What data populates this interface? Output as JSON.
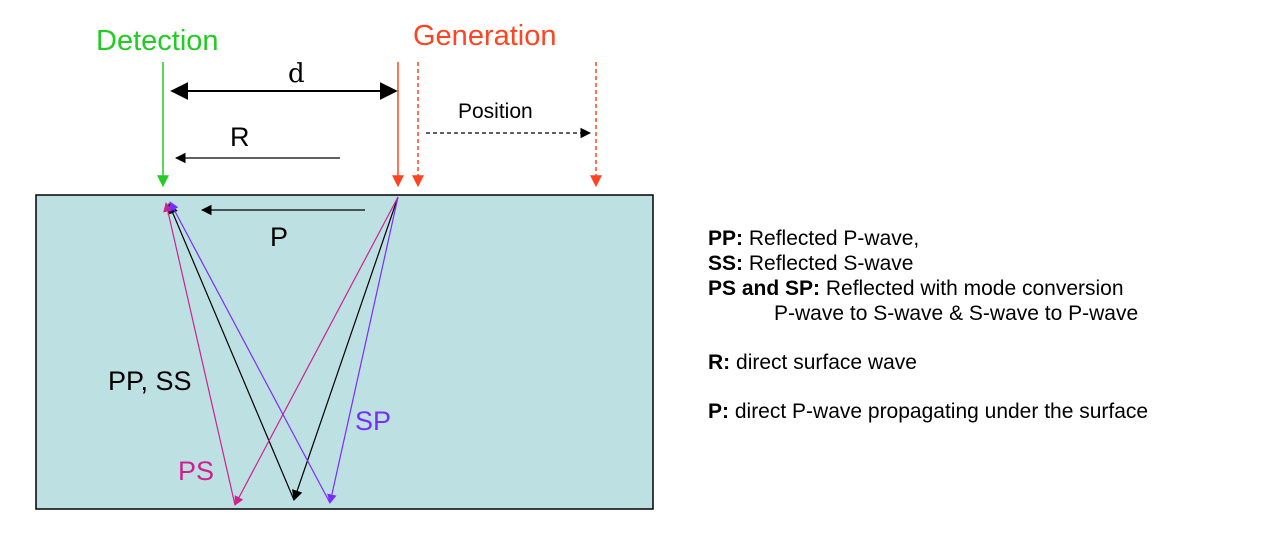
{
  "labels": {
    "detection": "Detection",
    "generation": "Generation",
    "distance": "d",
    "position": "Position",
    "surface_wave": "R",
    "direct_p": "P",
    "pp_ss": "PP, SS",
    "sp": "SP",
    "ps": "PS"
  },
  "legend": {
    "pp_key": "PP:",
    "pp_text": "Reflected P-wave,",
    "ss_key": "SS:",
    "ss_text": "Reflected S-wave",
    "ps_sp_key": "PS and SP:",
    "ps_sp_text": "Reflected with mode conversion",
    "ps_sp_text2": "P-wave to S-wave & S-wave to P-wave",
    "r_key": "R:",
    "r_text": "direct surface wave",
    "p_key": "P:",
    "p_text": "direct P-wave propagating under the surface"
  },
  "colors": {
    "detection": "#22cc22",
    "generation": "#ff4422",
    "pp_ss": "#000000",
    "ps": "#d02090",
    "sp": "#7a2cff",
    "medium": "#bde0e3"
  }
}
